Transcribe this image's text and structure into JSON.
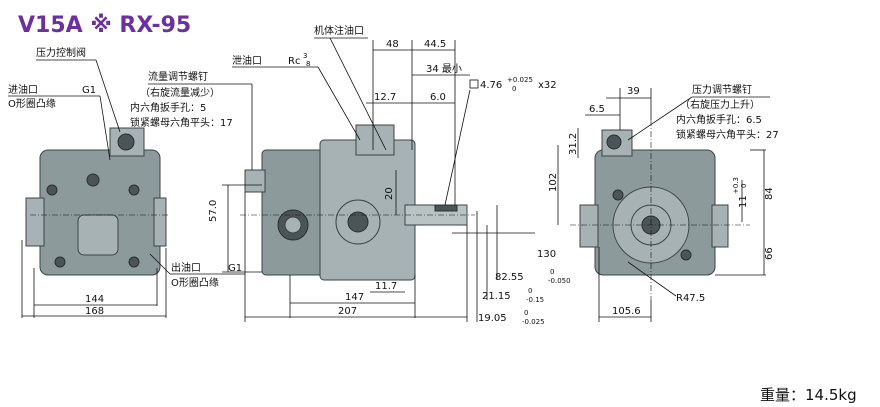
{
  "title": "V15A ※ RX-95",
  "weight": "重量：14.5kg",
  "labels": {
    "pressure_valve": "压力控制阀",
    "inlet": "进油口",
    "inlet_size": "G1",
    "inlet_flange": "O形圈凸缘",
    "flow_screw": "流量调节螺钉",
    "flow_screw_dir": "（右旋流量减少）",
    "flow_wrench": "内六角扳手孔：5",
    "flow_nut": "锁紧螺母六角平头：17",
    "drain": "泄油口",
    "drain_size": "Rc",
    "drain_sup": "3",
    "drain_sub": "8",
    "fill_port": "机体注油口",
    "outlet": "出油口",
    "outlet_size": "G1",
    "outlet_flange": "O形圈凸缘",
    "press_screw": "压力调节螺钉",
    "press_screw_dir": "（右旋压力上升）",
    "press_wrench": "内六角扳手孔：6.5",
    "press_nut": "锁紧螺母六角平头：27"
  },
  "dims": {
    "d48": "48",
    "d44_5": "44.5",
    "d34": "34 最小",
    "d12_7": "12.7",
    "d6_0": "6.0",
    "key_a": "4.76",
    "key_tol_up": "+0.025",
    "key_tol_lo": "0",
    "key_b": "x32",
    "d57": "57.0",
    "d20": "20",
    "d11_7": "11.7",
    "d147": "147",
    "d207": "207",
    "d144": "144",
    "d168": "168",
    "d130": "130",
    "d82_55": "82.55",
    "d82_tol_up": "0",
    "d82_tol_lo": "-0.050",
    "d21_15": "21.15",
    "d21_tol_up": "0",
    "d21_tol_lo": "-0.15",
    "d19_05": "19.05",
    "d19_tol_up": "0",
    "d19_tol_lo": "-0.025",
    "d39": "39",
    "d6_5": "6.5",
    "d31_2": "31.2",
    "d102": "102",
    "d84": "84",
    "d11": "11",
    "d11_tol_up": "+0.3",
    "d11_tol_lo": "0",
    "d66": "66",
    "d105_6": "105.6",
    "r47_5": "R47.5"
  }
}
